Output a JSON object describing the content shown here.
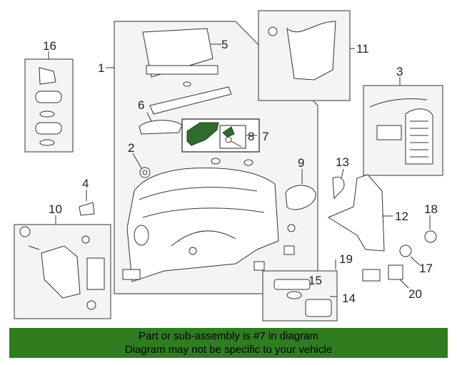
{
  "diagram": {
    "callouts": [
      "1",
      "2",
      "3",
      "4",
      "5",
      "6",
      "7",
      "8",
      "9",
      "10",
      "11",
      "12",
      "13",
      "14",
      "15",
      "16",
      "17",
      "18",
      "19",
      "20"
    ]
  },
  "banner": {
    "line1": "Part or sub-assembly is #7 in diagram",
    "line2": "Diagram may not be specific to your vehicle"
  },
  "colors": {
    "banner_bg": "#2e7d1f",
    "highlight": "#2e6b2f"
  }
}
